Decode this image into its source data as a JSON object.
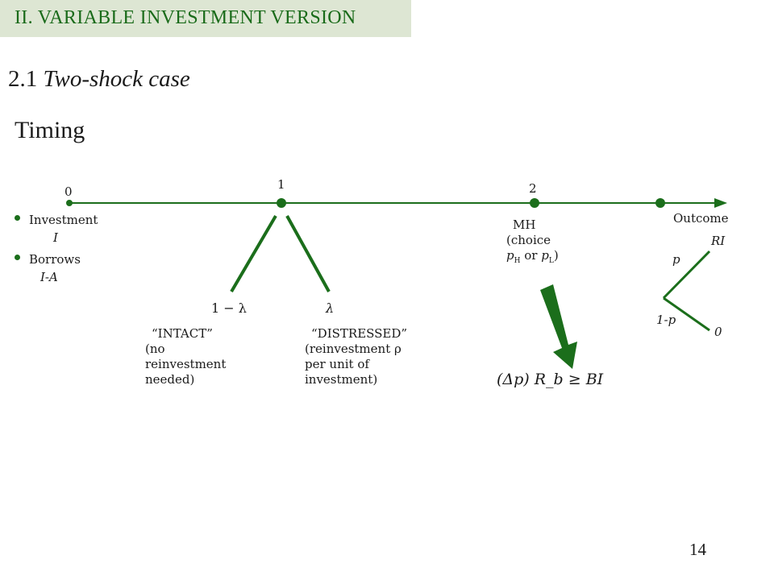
{
  "header": {
    "section_title": "II.   VARIABLE INVESTMENT VERSION"
  },
  "slide": {
    "subtitle_number": "2.1",
    "subtitle_text": "Two-shock case",
    "heading": "Timing",
    "page_number": "14"
  },
  "timeline": {
    "dates": [
      "0",
      "1",
      "2"
    ],
    "outcome_label": "Outcome",
    "date0_items": [
      {
        "label": "Investment",
        "value": "I"
      },
      {
        "label": "Borrows",
        "value": "I-A"
      }
    ],
    "shock_branches": {
      "left_prob": "1 − λ",
      "right_prob": "λ",
      "intact_title": "“INTACT”",
      "intact_desc": [
        "(no",
        "reinvestment",
        "needed)"
      ],
      "distressed_title": "“DISTRESSED”",
      "distressed_desc": [
        "(reinvestment  ρ",
        "per unit of",
        "investment)"
      ]
    },
    "mh": {
      "line1": "MH",
      "line2": "(choice",
      "line3_a": "p",
      "sub_h": "H",
      "line3_or": " or ",
      "line3_b": "p",
      "sub_l": "L",
      "line3_end": ")"
    },
    "outcome_tree": {
      "p": "p",
      "one_minus_p": "1-p",
      "success": "RI",
      "failure": "0"
    },
    "ic_constraint": "(Δp) R_b ≥ BI"
  },
  "colors": {
    "green": "#1b6e1b",
    "banner_bg": "#dde6d3",
    "banner_text": "#1a6b1a"
  }
}
